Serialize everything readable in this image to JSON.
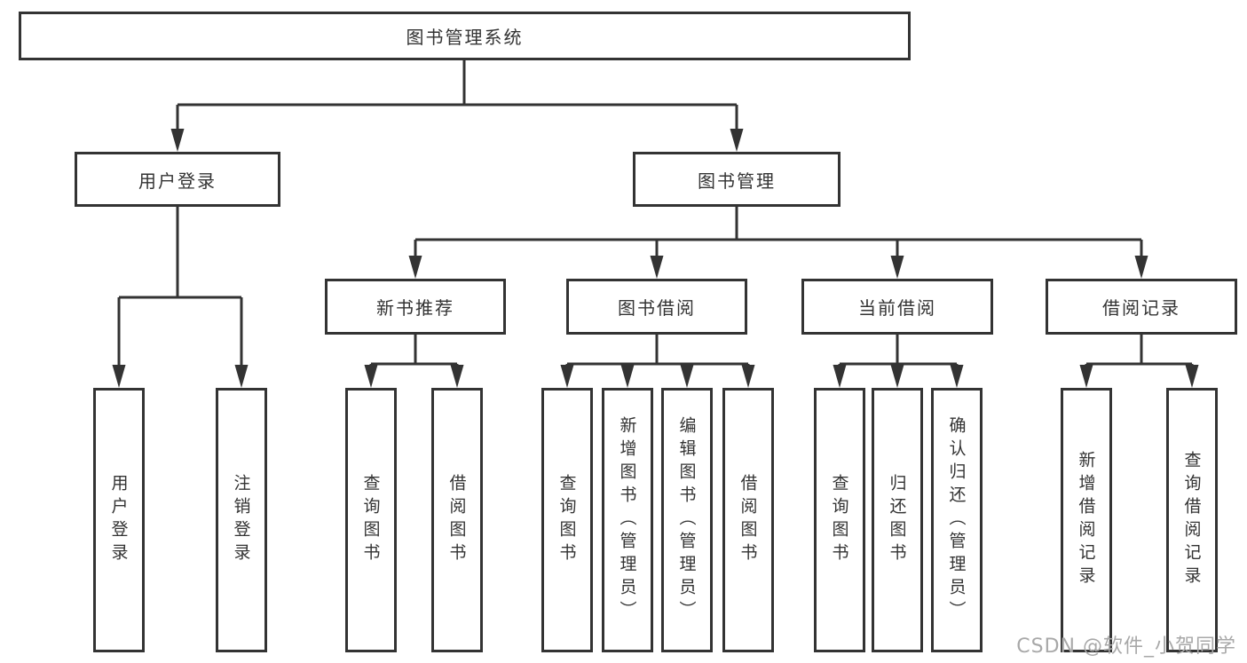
{
  "tree": {
    "root": {
      "label": "图书管理系统"
    },
    "branches": [
      {
        "label": "用户登录",
        "leaves": [
          {
            "label": "用户登录"
          },
          {
            "label": "注销登录"
          }
        ]
      },
      {
        "label": "图书管理",
        "groups": [
          {
            "label": "新书推荐",
            "leaves": [
              {
                "label": "查询图书"
              },
              {
                "label": "借阅图书"
              }
            ]
          },
          {
            "label": "图书借阅",
            "leaves": [
              {
                "label": "查询图书"
              },
              {
                "label": "新增图书（管理员）"
              },
              {
                "label": "编辑图书（管理员）"
              },
              {
                "label": "借阅图书"
              }
            ]
          },
          {
            "label": "当前借阅",
            "leaves": [
              {
                "label": "查询图书"
              },
              {
                "label": "归还图书"
              },
              {
                "label": "确认归还（管理员）"
              }
            ]
          },
          {
            "label": "借阅记录",
            "leaves": [
              {
                "label": "新增借阅记录"
              },
              {
                "label": "查询借阅记录"
              }
            ]
          }
        ]
      }
    ]
  },
  "watermark": {
    "text": "CSDN @软件_小贺同学"
  },
  "colors": {
    "line": "#333333",
    "text": "#333333",
    "background": "#ffffff",
    "watermark": "#a8a8a8"
  }
}
